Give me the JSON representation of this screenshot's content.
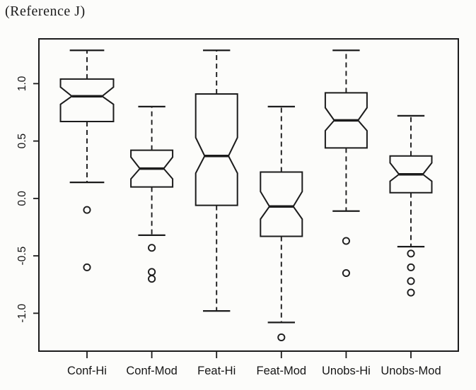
{
  "page": {
    "title": "(Reference J)"
  },
  "chart_data": {
    "type": "boxplot",
    "notched": true,
    "variable_width": true,
    "title": "(Reference J)",
    "xlabel": "",
    "ylabel": "",
    "legend": null,
    "grid": false,
    "ylim": [
      -1.33,
      1.39
    ],
    "yticks": [
      {
        "value": -1.0,
        "label": "-1.0"
      },
      {
        "value": -0.5,
        "label": "-0.5"
      },
      {
        "value": 0.0,
        "label": "0.0"
      },
      {
        "value": 0.5,
        "label": "0.5"
      },
      {
        "value": 1.0,
        "label": "1.0"
      }
    ],
    "categories": [
      "Conf-Hi",
      "Conf-Mod",
      "Feat-Hi",
      "Feat-Mod",
      "Unobs-Hi",
      "Unobs-Mod"
    ],
    "boxes": [
      {
        "category": "Conf-Hi",
        "whisker_high": 1.29,
        "q3": 1.04,
        "median": 0.89,
        "q1": 0.67,
        "whisker_low": 0.14,
        "notch_high": 0.97,
        "notch_low": 0.82,
        "outliers": [
          -0.1,
          -0.6
        ],
        "width_ratio": 1.27
      },
      {
        "category": "Conf-Mod",
        "whisker_high": 0.8,
        "q3": 0.42,
        "median": 0.26,
        "q1": 0.1,
        "whisker_low": -0.32,
        "notch_high": 0.36,
        "notch_low": 0.17,
        "outliers": [
          -0.43,
          -0.64,
          -0.7
        ],
        "width_ratio": 1.0
      },
      {
        "category": "Feat-Hi",
        "whisker_high": 1.29,
        "q3": 0.91,
        "median": 0.37,
        "q1": -0.06,
        "whisker_low": -0.98,
        "notch_high": 0.53,
        "notch_low": 0.22,
        "outliers": [],
        "width_ratio": 1.0
      },
      {
        "category": "Feat-Mod",
        "whisker_high": 0.8,
        "q3": 0.23,
        "median": -0.07,
        "q1": -0.33,
        "whisker_low": -1.08,
        "notch_high": 0.06,
        "notch_low": -0.18,
        "outliers": [
          -1.21
        ],
        "width_ratio": 1.0
      },
      {
        "category": "Unobs-Hi",
        "whisker_high": 1.29,
        "q3": 0.92,
        "median": 0.68,
        "q1": 0.44,
        "whisker_low": -0.11,
        "notch_high": 0.79,
        "notch_low": 0.59,
        "outliers": [
          -0.37,
          -0.65
        ],
        "width_ratio": 1.0
      },
      {
        "category": "Unobs-Mod",
        "whisker_high": 0.72,
        "q3": 0.37,
        "median": 0.21,
        "q1": 0.05,
        "whisker_low": -0.42,
        "notch_high": 0.31,
        "notch_low": 0.15,
        "outliers": [
          -0.48,
          -0.6,
          -0.72,
          -0.82
        ],
        "width_ratio": 1.0
      }
    ],
    "colors": {
      "stroke": "#1c1c1c",
      "background": "#fcfcfa"
    }
  }
}
